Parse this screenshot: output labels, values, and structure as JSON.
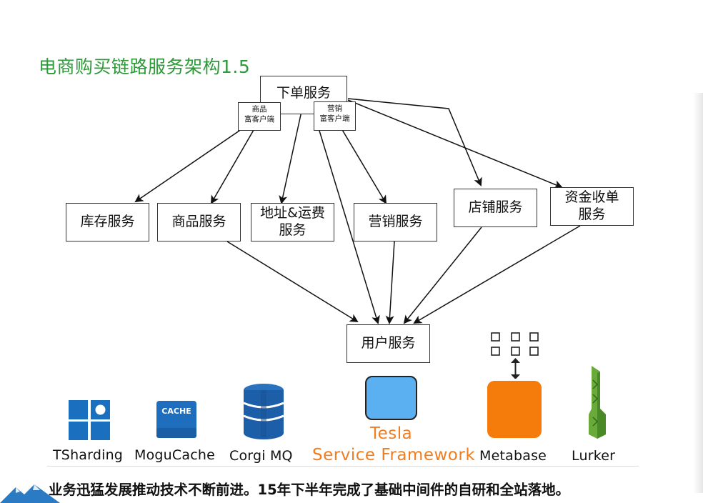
{
  "title": "电商购买链路服务架构1.5",
  "nodes": {
    "order": "下单服务",
    "product_client": [
      "商品",
      "富客户端"
    ],
    "marketing_client": [
      "营销",
      "富客户端"
    ],
    "inventory": "库存服务",
    "product": "商品服务",
    "address": [
      "地址&运费",
      "服务"
    ],
    "marketing": "营销服务",
    "shop": "店铺服务",
    "payment": [
      "资金收单",
      "服务"
    ],
    "user": "用户服务"
  },
  "logos": [
    {
      "name": "TSharding",
      "icon": "tsharding-icon",
      "color": "#1b6fbf"
    },
    {
      "name": "MoguCache",
      "icon": "cache-icon",
      "badge": "CACHE",
      "color": "#1f6dbd"
    },
    {
      "name": "Corgi MQ",
      "icon": "database-icon",
      "color": "#1c5fa8"
    },
    {
      "name_line1": "Tesla",
      "name_line2": "Service Framework",
      "icon": "rounded-square-icon",
      "color": "#5ab0f0",
      "text_color": "#ef7d22"
    },
    {
      "name": "Metabase",
      "icon": "metabase-icon",
      "color": "#f57c0a"
    },
    {
      "name": "Lurker",
      "icon": "tower-icon",
      "color": "#6aaa3a"
    }
  ],
  "caption": "业务迅猛发展推动技术不断前进。15年下半年完成了基础中间件的自研和全站落地。"
}
